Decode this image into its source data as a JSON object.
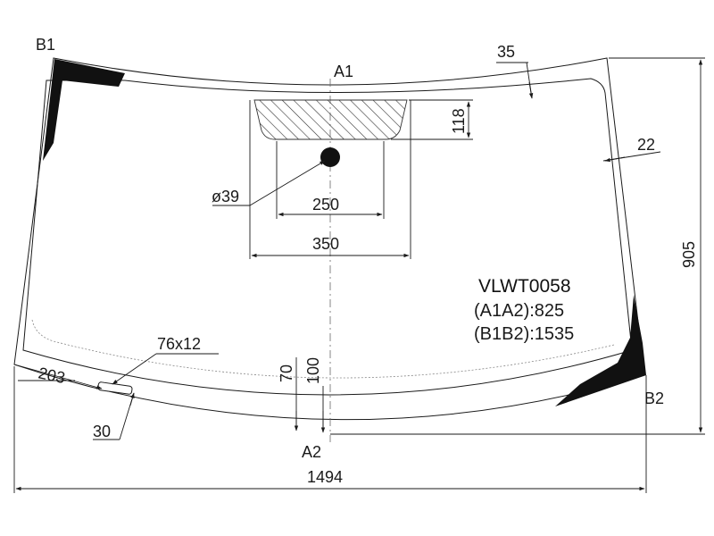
{
  "part_code": "VLWT0058",
  "a1a2": "(A1A2):825",
  "b1b2": "(B1B2):1535",
  "points": {
    "a1": "A1",
    "a2": "A2",
    "b1": "B1",
    "b2": "B2"
  },
  "dimensions": {
    "top_band": "35",
    "side_band": "22",
    "height": "905",
    "width": "1494",
    "sensor_area_height": "118",
    "sensor_diameter": "ø39",
    "sensor_bottom_width": "250",
    "sensor_top_width": "350",
    "slot_size": "76x12",
    "slot_offset": "203",
    "slot_from_edge": "30",
    "bottom_band_inner": "70",
    "bottom_band_outer": "100"
  },
  "colors": {
    "line": "#1a1a1a",
    "frit": "#111111",
    "dotted_line": "#888888",
    "center_line": "#666666"
  }
}
